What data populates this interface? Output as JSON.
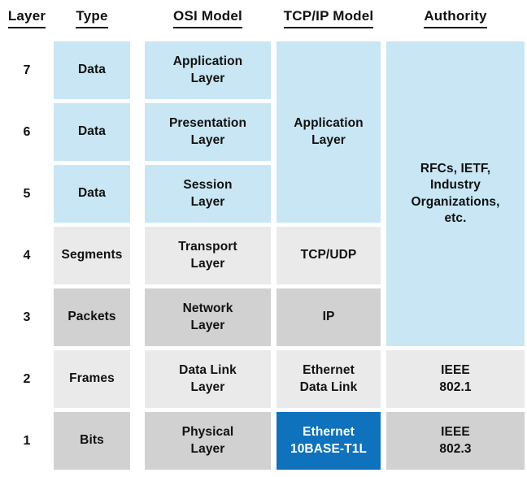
{
  "headers": {
    "layer": "Layer",
    "type": "Type",
    "osi": "OSI Model",
    "tcpip": "TCP/IP Model",
    "authority": "Authority"
  },
  "rows": [
    {
      "layer": "7",
      "type": "Data",
      "osi": "Application\nLayer"
    },
    {
      "layer": "6",
      "type": "Data",
      "osi": "Presentation\nLayer"
    },
    {
      "layer": "5",
      "type": "Data",
      "osi": "Session\nLayer"
    },
    {
      "layer": "4",
      "type": "Segments",
      "osi": "Transport\nLayer",
      "tcpip": "TCP/UDP"
    },
    {
      "layer": "3",
      "type": "Packets",
      "osi": "Network\nLayer",
      "tcpip": "IP"
    },
    {
      "layer": "2",
      "type": "Frames",
      "osi": "Data Link\nLayer",
      "tcpip": "Ethernet\nData Link",
      "authority": "IEEE\n802.1"
    },
    {
      "layer": "1",
      "type": "Bits",
      "osi": "Physical\nLayer",
      "tcpip": "Ethernet\n10BASE-T1L",
      "authority": "IEEE\n802.3"
    }
  ],
  "merged_cells": {
    "tcpip_application": "Application\nLayer",
    "authority_rfcs": "RFCs, IETF,\nIndustry\nOrganizations,\netc."
  },
  "colors": {
    "light_blue": "#C8E6F4",
    "light_gray": "#EAEAEA",
    "dark_gray": "#D1D1D1",
    "highlight_blue": "#0E72BD",
    "highlight_text": "#FFFFFF",
    "text": "#111111"
  }
}
